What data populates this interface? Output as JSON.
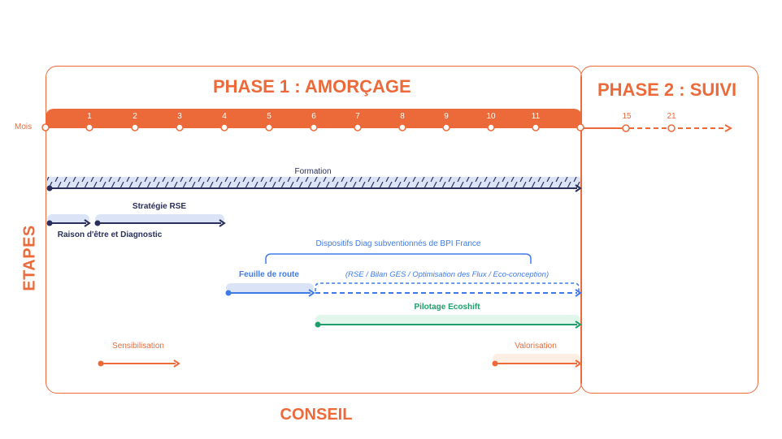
{
  "colors": {
    "orange": "#ec6a3a",
    "navy": "#2a2f5b",
    "blue": "#3f7be8",
    "green": "#1f9e6b",
    "light_blue": "#dbe4f7",
    "light_green": "#e2f6ec",
    "light_orange": "#fdeee3"
  },
  "phase1": {
    "title": "PHASE 1 : AMORÇAGE"
  },
  "phase2": {
    "title": "PHASE 2 : SUIVI"
  },
  "timeline": {
    "label": "Mois",
    "phase1_ticks": [
      "1",
      "2",
      "3",
      "4",
      "5",
      "6",
      "7",
      "8",
      "9",
      "10",
      "11"
    ],
    "phase2_ticks": [
      "15",
      "21"
    ]
  },
  "etapes_label": "ETAPES",
  "conseil_label": "CONSEIL",
  "items": {
    "formation": "Formation",
    "strategie": "Stratégie RSE",
    "raison": "Raison d'être et Diagnostic",
    "dispositifs": "Dispositifs Diag subventionnés de BPI France",
    "feuille": "Feuille de route",
    "rse_detail": "(RSE / Bilan GES / Optimisation des Flux / Eco-conception)",
    "pilotage": "Pilotage Ecoshift",
    "sensibilisation": "Sensibilisation",
    "valorisation": "Valorisation"
  }
}
